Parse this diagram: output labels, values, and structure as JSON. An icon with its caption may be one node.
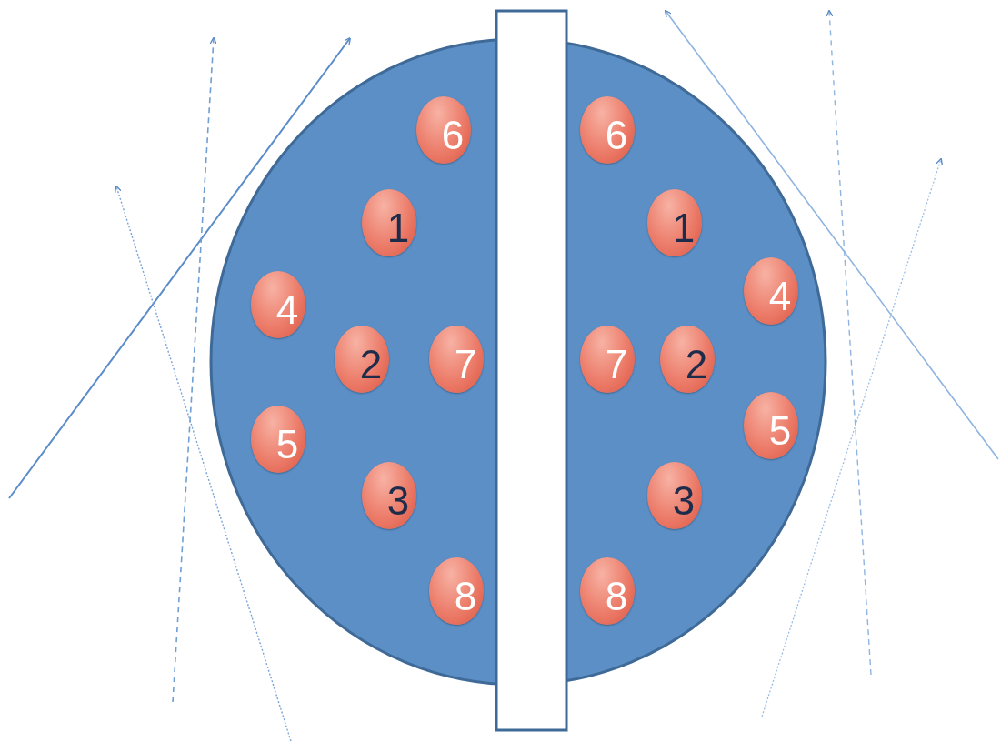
{
  "diagram": {
    "nodes": [
      {
        "text": [
          "6"
        ]
      },
      {
        "text": [
          "1"
        ]
      },
      {
        "text": [
          "4"
        ]
      },
      {
        "text": [
          "2"
        ]
      },
      {
        "text": [
          "7"
        ]
      },
      {
        "text": [
          "5"
        ]
      },
      {
        "text": [
          "3"
        ]
      },
      {
        "text": [
          "8"
        ]
      },
      {
        "text": [
          "6"
        ]
      },
      {
        "text": [
          "1"
        ]
      },
      {
        "text": [
          "4"
        ]
      },
      {
        "text": [
          "7"
        ]
      },
      {
        "text": [
          "2"
        ]
      },
      {
        "text": [
          "5"
        ]
      },
      {
        "text": [
          "3"
        ]
      },
      {
        "text": [
          "8"
        ]
      }
    ]
  }
}
